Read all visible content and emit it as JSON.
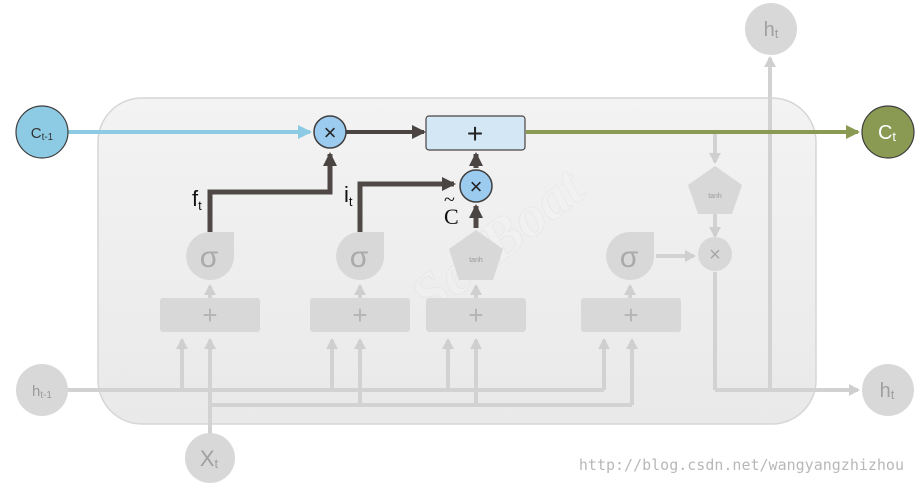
{
  "nodes": {
    "c_prev": {
      "main": "C",
      "sub": "t-1"
    },
    "c_next": {
      "main": "C",
      "sub": "t"
    },
    "h_prev": {
      "main": "h",
      "sub": "t-1"
    },
    "h_out_top": {
      "main": "h",
      "sub": "t"
    },
    "h_out_right": {
      "main": "h",
      "sub": "t"
    },
    "x_in": {
      "main": "X",
      "sub": "t"
    }
  },
  "ops": {
    "multiply": "×",
    "add": "+",
    "sigma": "σ",
    "tanh": "tanh"
  },
  "gate_labels": {
    "forget": {
      "main": "f",
      "sub": "t"
    },
    "input": {
      "main": "i",
      "sub": "t"
    },
    "candidate": {
      "main": "C",
      "accent": "~"
    }
  },
  "watermark": "http://blog.csdn.net/wangyangzhizhou",
  "colors": {
    "cell_input": "#8ccbe3",
    "cell_output": "#8a9a52",
    "active_op": "#9ccbf0",
    "dark_line": "#504846",
    "faded_gray": "#d2d2d2"
  }
}
